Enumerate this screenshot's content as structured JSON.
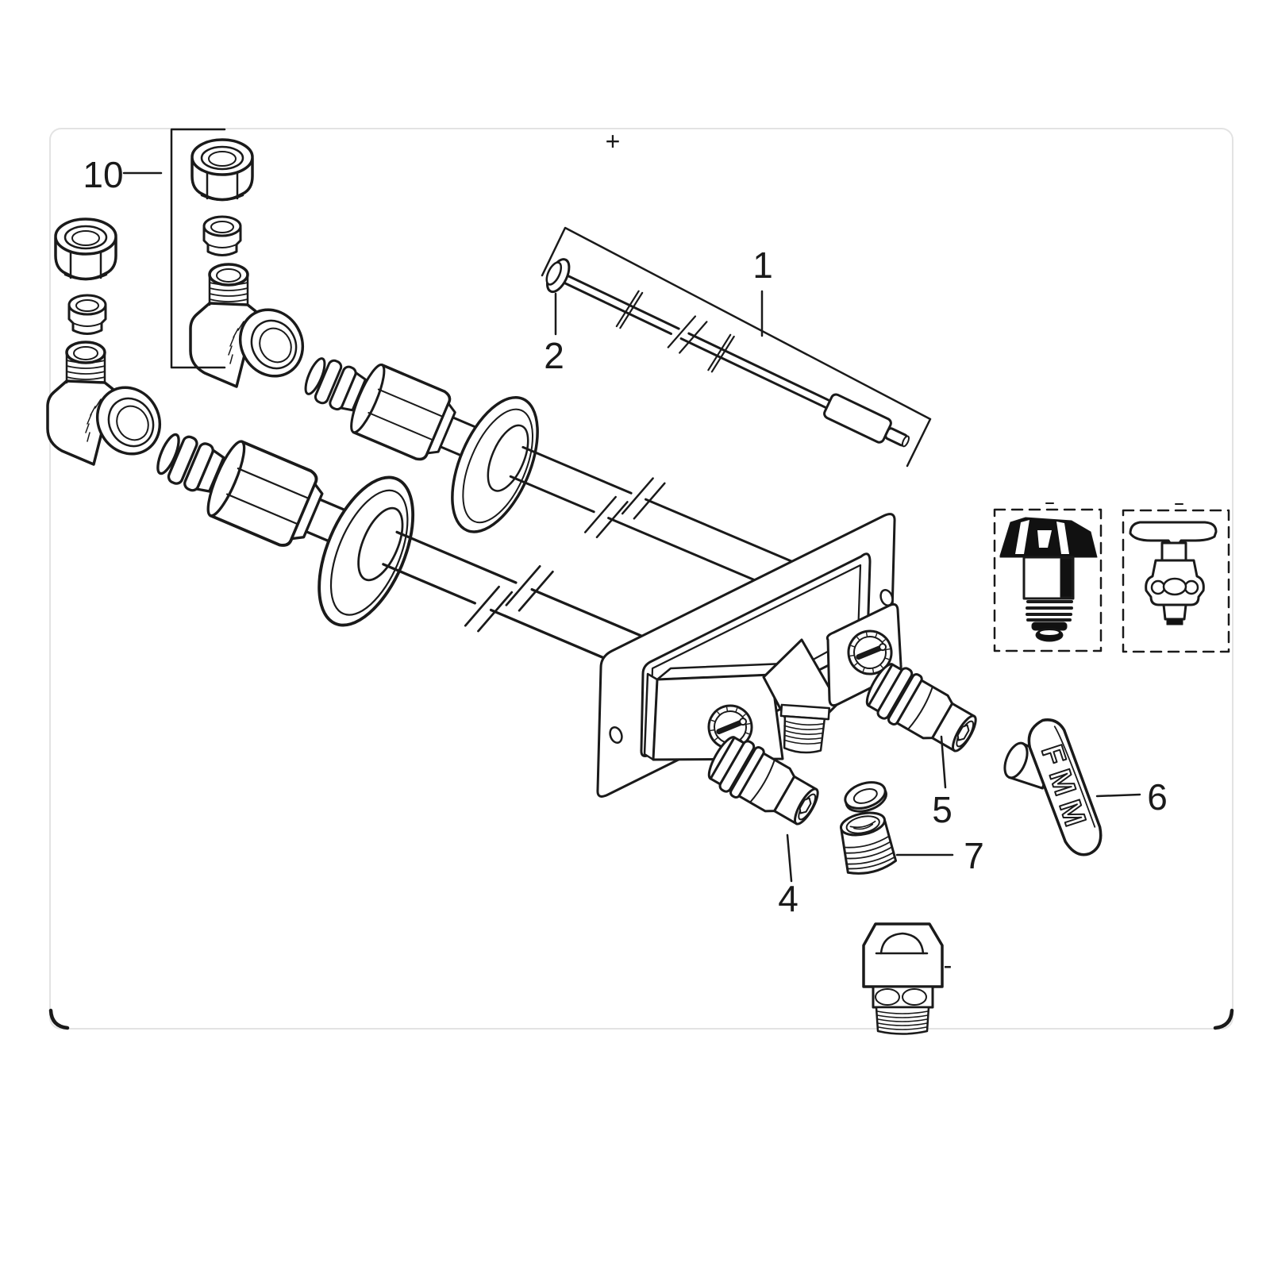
{
  "colors": {
    "ink": "#1a1a1a",
    "frame": "#e3e3e3",
    "paper": "#ffffff",
    "solid": "#111111"
  },
  "callouts": {
    "n1": "1",
    "n2": "2",
    "n4": "4",
    "n5": "5",
    "n6": "6",
    "n7": "7",
    "n10": "10"
  },
  "marks": {
    "plus": "+",
    "minus": "-"
  },
  "engravings": {
    "key_brand": "FMM"
  }
}
